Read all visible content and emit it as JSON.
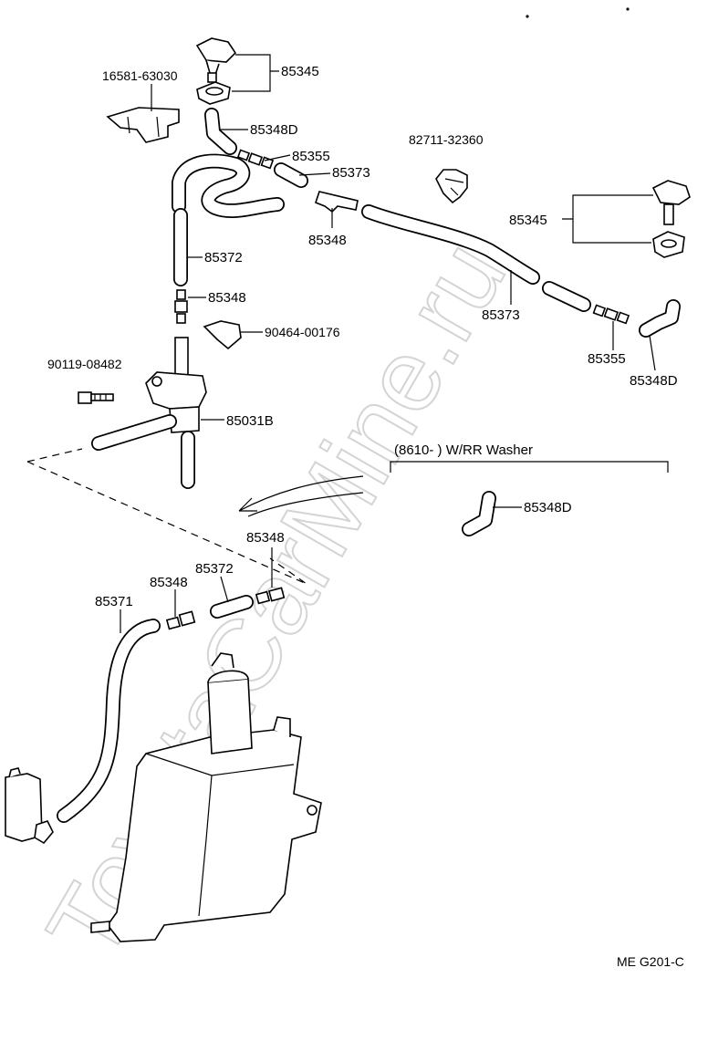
{
  "watermark": "ToyotaCarMine.ru",
  "variant_note": "(8610-          ) W/RR Washer",
  "diagram_code": "ME G201-C",
  "labels": {
    "p85345_top": "85345",
    "p16581": "16581-63030",
    "p85348d_top": "85348D",
    "p85355_top": "85355",
    "p85373_top": "85373",
    "p82711": "82711-32360",
    "p85348_mid": "85348",
    "p85345_right": "85345",
    "p85372_top": "85372",
    "p85348_valve": "85348",
    "p90464": "90464-00176",
    "p90119": "90119-08482",
    "p85031b": "85031B",
    "p85373_right": "85373",
    "p85355_right": "85355",
    "p85348d_right": "85348D",
    "p85348d_variant": "85348D",
    "p85348_low_right": "85348",
    "p85348_low_left": "85348",
    "p85372_low": "85372",
    "p85371": "85371"
  }
}
